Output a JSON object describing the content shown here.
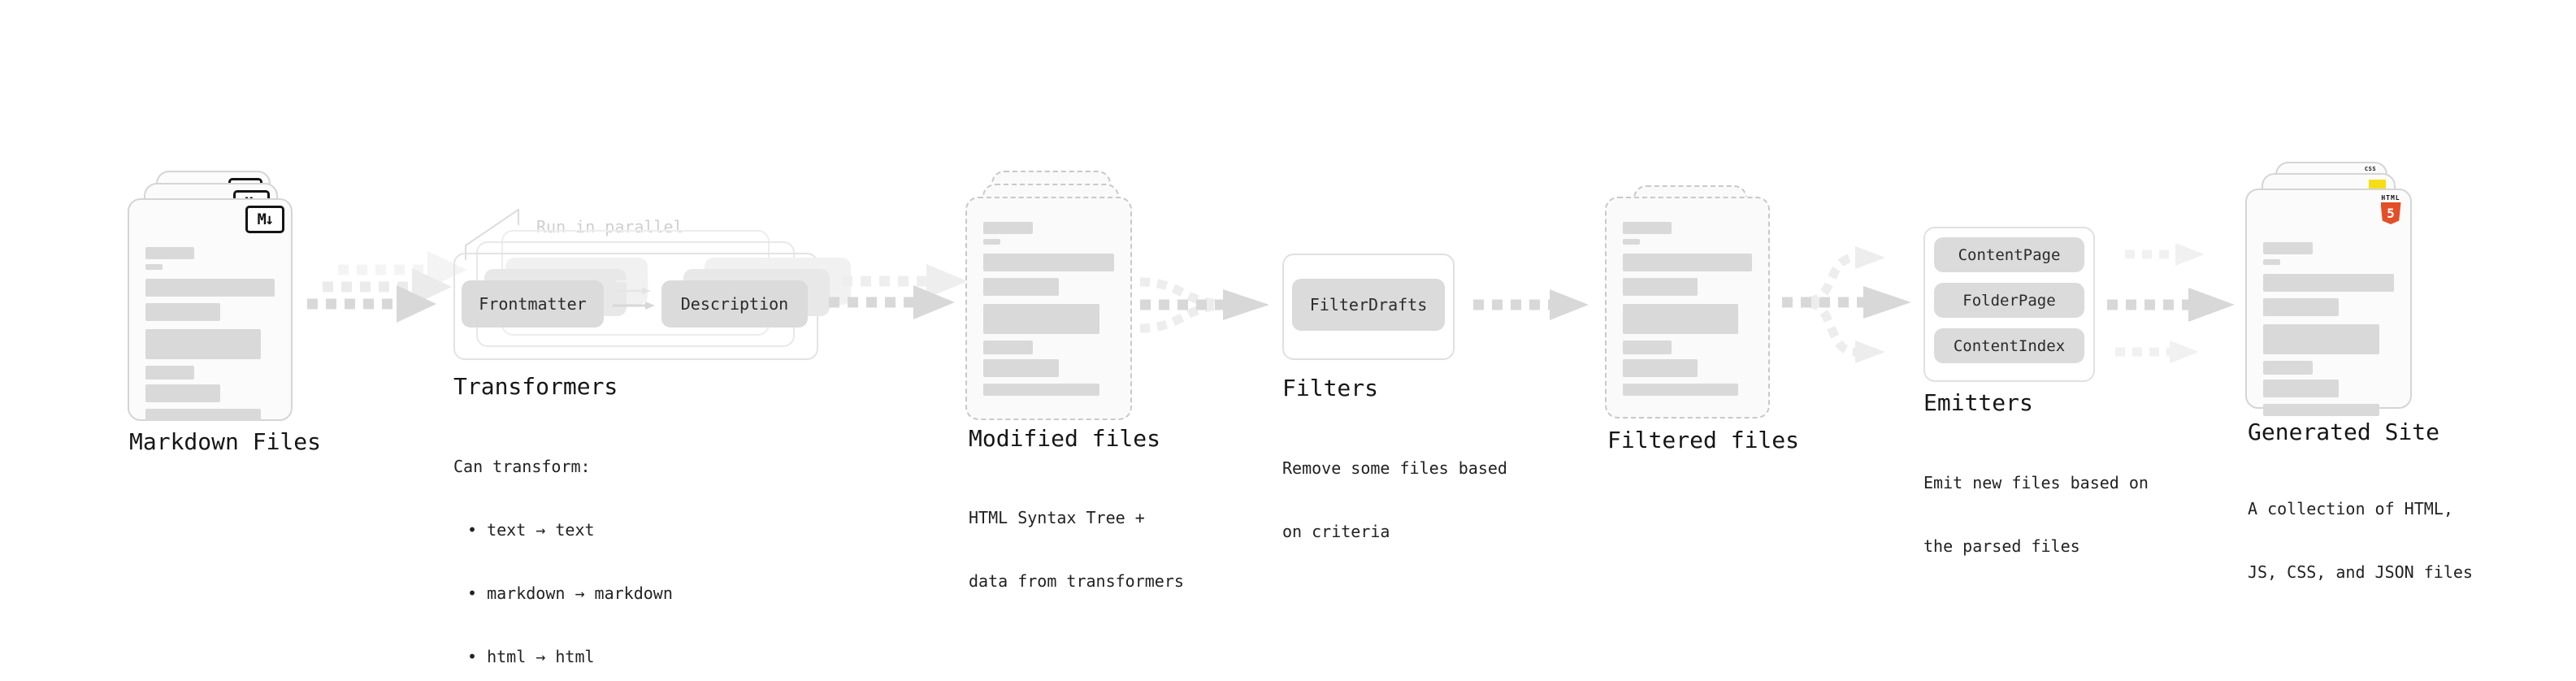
{
  "markdown_files": {
    "label": "Markdown Files",
    "badge": "M↓"
  },
  "transformers": {
    "label": "Transformers",
    "annotation": "Run in parallel",
    "node_a": "Frontmatter",
    "node_b": "Description",
    "desc_title": "Can transform:",
    "bullets": [
      "• text → text",
      "• markdown → markdown",
      "• html → html"
    ]
  },
  "modified_files": {
    "label": "Modified files",
    "desc": [
      "HTML Syntax Tree +",
      "data from transformers"
    ]
  },
  "filters": {
    "label": "Filters",
    "node": "FilterDrafts",
    "desc": [
      "Remove some files based",
      "on criteria"
    ]
  },
  "filtered_files": {
    "label": "Filtered files"
  },
  "emitters": {
    "label": "Emitters",
    "nodes": [
      "ContentPage",
      "FolderPage",
      "ContentIndex"
    ],
    "desc": [
      "Emit new files based on",
      "the parsed files"
    ]
  },
  "generated_site": {
    "label": "Generated Site",
    "desc": [
      "A collection of HTML,",
      "JS, CSS, and JSON files"
    ],
    "badges": {
      "html_word": "HTML",
      "html_number": "5",
      "css_word": "CSS"
    }
  },
  "colors": {
    "html5_orange": "#e34f26",
    "js_yellow": "#f5de19",
    "css_blue": "#2965f1",
    "node_fill": "#dbdbdb",
    "arrow_gray": "#d8d8d8"
  }
}
